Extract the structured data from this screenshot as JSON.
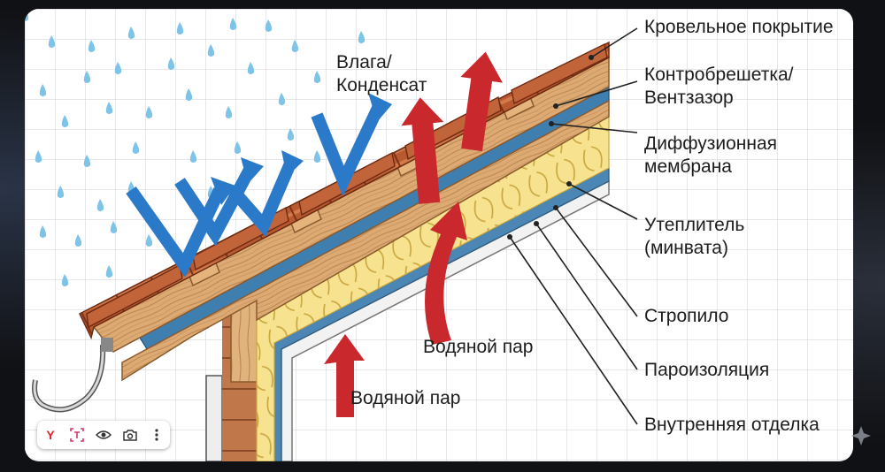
{
  "labels": {
    "roof_covering": "Кровельное покрытие",
    "counter_batten": "Контробрешетка/",
    "vent_gap": "Вентзазор",
    "diffusion_membrane_1": "Диффузионная",
    "diffusion_membrane_2": "мембрана",
    "insulation_1": "Утеплитель",
    "insulation_2": "(минвата)",
    "rafter": "Стропило",
    "vapor_barrier": "Пароизоляция",
    "interior_finish": "Внутренняя отделка",
    "moisture_1": "Влага/",
    "moisture_2": "Конденсат",
    "water_vapor_upper": "Водяной пар",
    "water_vapor_lower": "Водяной пар"
  },
  "toolbar": {
    "brand_letter": "Y",
    "icons": [
      "yandex-icon",
      "text-frame-icon",
      "eye-icon",
      "camera-refresh-icon",
      "more-vertical-icon"
    ]
  },
  "colors": {
    "vapor_arrow": "#c9282c",
    "water_arrow": "#2a7ac9",
    "insulation": "#f6e28a",
    "membrane": "#4b86b4",
    "wood": "#d9a56d",
    "tile": "#b4582f"
  }
}
